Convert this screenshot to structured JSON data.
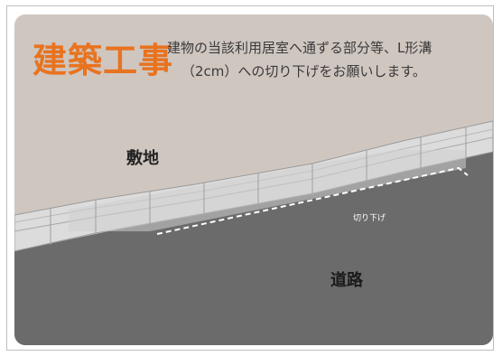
{
  "heading": "建築工事",
  "notice": {
    "line1": "建物の当該利用居室へ通ずる部分等、L形溝",
    "line2": "（2cm）への切り下げをお願いします。"
  },
  "labels": {
    "site": "敷地",
    "road": "道路",
    "cut_down": "切り下げ"
  },
  "colors": {
    "heading": "#e8731f",
    "site_ground": "#cfc6c0",
    "road": "#6b6b6b",
    "curb": "#dcdcdc"
  }
}
